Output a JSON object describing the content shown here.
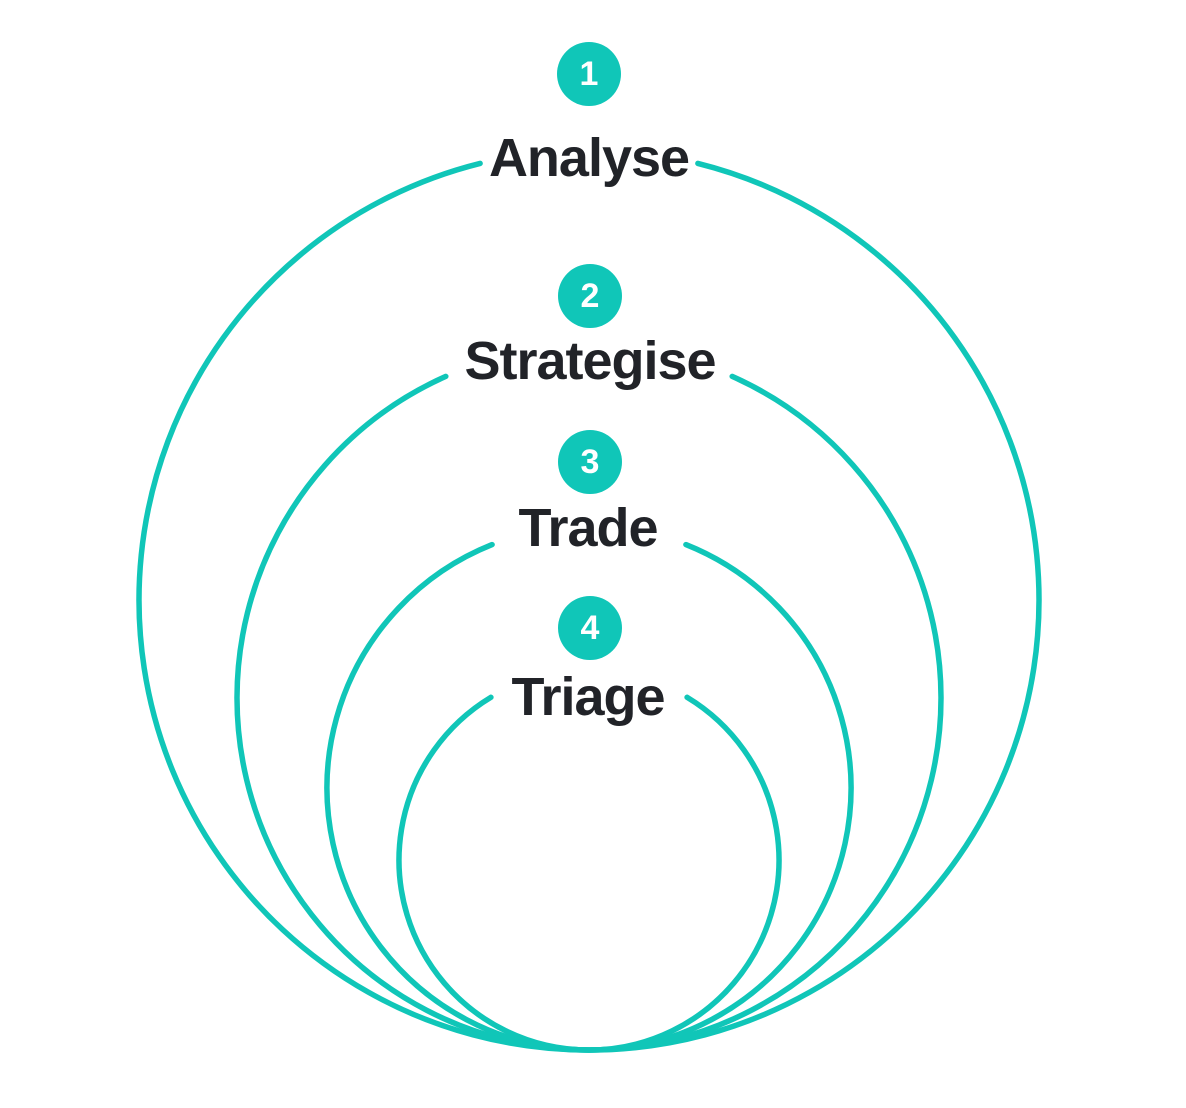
{
  "diagram": {
    "accent_color": "#10c6b8",
    "label_color": "#212328",
    "background_color": "#ffffff",
    "steps": [
      {
        "number": "1",
        "label": "Analyse"
      },
      {
        "number": "2",
        "label": "Strategise"
      },
      {
        "number": "3",
        "label": "Trade"
      },
      {
        "number": "4",
        "label": "Triage"
      }
    ]
  }
}
